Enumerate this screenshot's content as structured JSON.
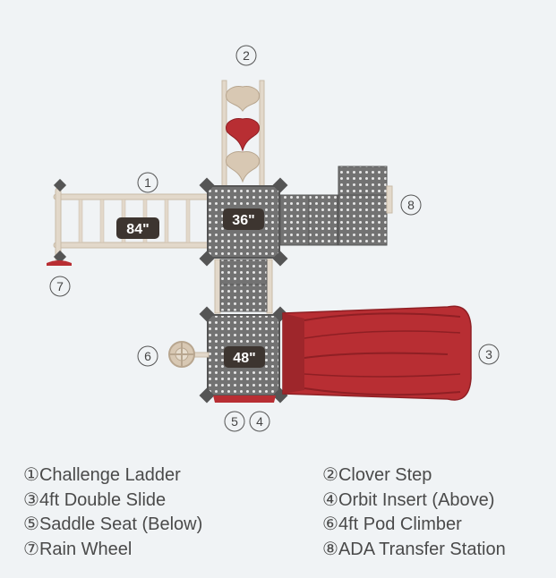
{
  "callouts": {
    "c1": "1",
    "c2": "2",
    "c3": "3",
    "c4": "4",
    "c5": "5",
    "c6": "6",
    "c7": "7",
    "c8": "8"
  },
  "heights": {
    "ladder": "84\"",
    "upper_deck": "36\"",
    "lower_deck": "48\""
  },
  "colors": {
    "deck": "#707070",
    "rail": "#e2d8ca",
    "slide": "#b82e33",
    "label_bg": "#3d3530"
  },
  "legend": [
    {
      "num": "①",
      "label": "Challenge Ladder"
    },
    {
      "num": "②",
      "label": "Clover Step"
    },
    {
      "num": "③",
      "label": "4ft Double Slide"
    },
    {
      "num": "④",
      "label": "Orbit Insert (Above)"
    },
    {
      "num": "⑤",
      "label": "Saddle Seat (Below)"
    },
    {
      "num": "⑥",
      "label": "4ft Pod Climber"
    },
    {
      "num": "⑦",
      "label": "Rain Wheel"
    },
    {
      "num": "⑧",
      "label": "ADA Transfer Station"
    }
  ]
}
